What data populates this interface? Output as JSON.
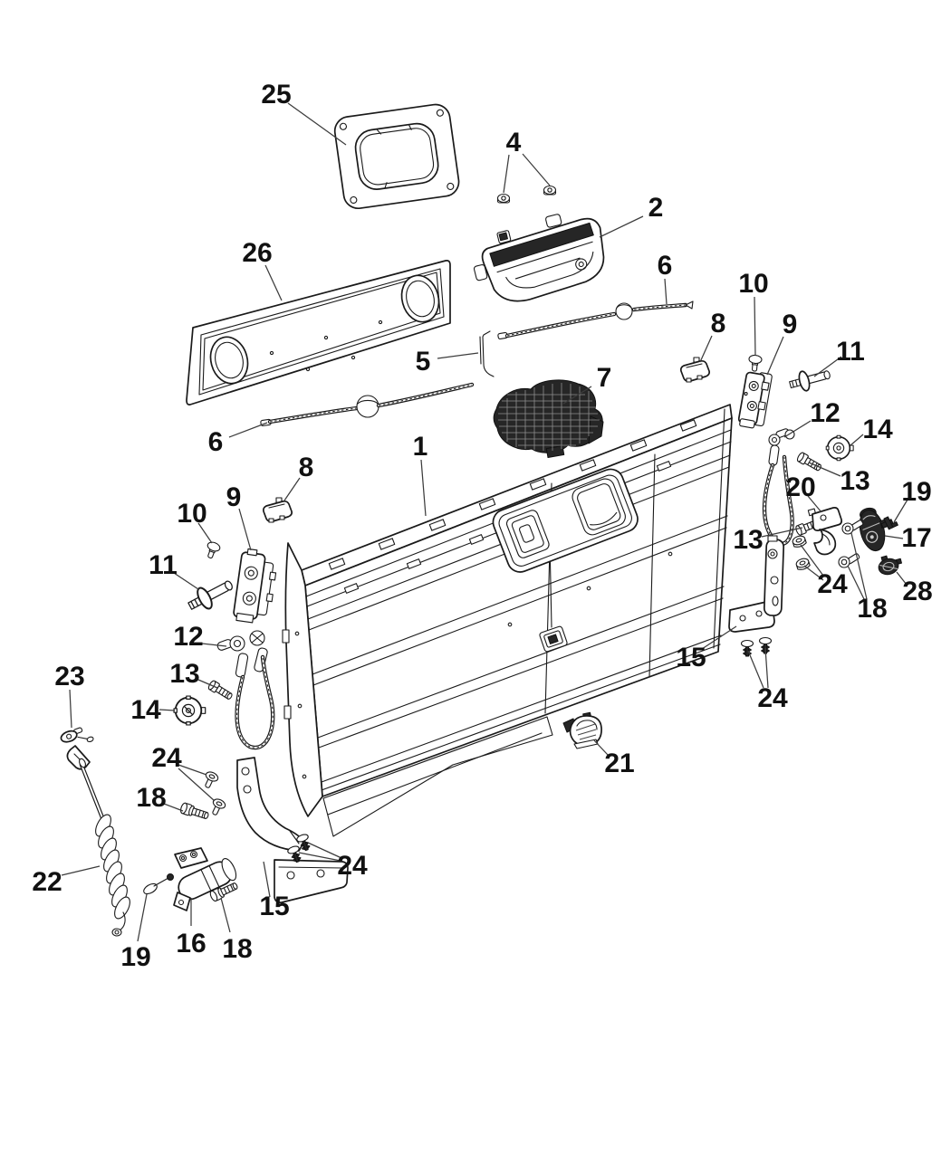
{
  "colors": {
    "background": "#ffffff",
    "line_art": "#1a1a1a",
    "label_text": "#111111",
    "dark_fill": "#262626"
  },
  "diagram": {
    "type": "exploded-parts-diagram",
    "callouts": [
      {
        "number": "25"
      },
      {
        "number": "4"
      },
      {
        "number": "2"
      },
      {
        "number": "26"
      },
      {
        "number": "6"
      },
      {
        "number": "10"
      },
      {
        "number": "8"
      },
      {
        "number": "9"
      },
      {
        "number": "11"
      },
      {
        "number": "5"
      },
      {
        "number": "7"
      },
      {
        "number": "12"
      },
      {
        "number": "14"
      },
      {
        "number": "1"
      },
      {
        "number": "6"
      },
      {
        "number": "13"
      },
      {
        "number": "8"
      },
      {
        "number": "20"
      },
      {
        "number": "19"
      },
      {
        "number": "9"
      },
      {
        "number": "10"
      },
      {
        "number": "13"
      },
      {
        "number": "17"
      },
      {
        "number": "11"
      },
      {
        "number": "24"
      },
      {
        "number": "28"
      },
      {
        "number": "18"
      },
      {
        "number": "15"
      },
      {
        "number": "12"
      },
      {
        "number": "24"
      },
      {
        "number": "13"
      },
      {
        "number": "23"
      },
      {
        "number": "14"
      },
      {
        "number": "21"
      },
      {
        "number": "24"
      },
      {
        "number": "18"
      },
      {
        "number": "22"
      },
      {
        "number": "15"
      },
      {
        "number": "24"
      },
      {
        "number": "19"
      },
      {
        "number": "16"
      },
      {
        "number": "18"
      }
    ]
  }
}
